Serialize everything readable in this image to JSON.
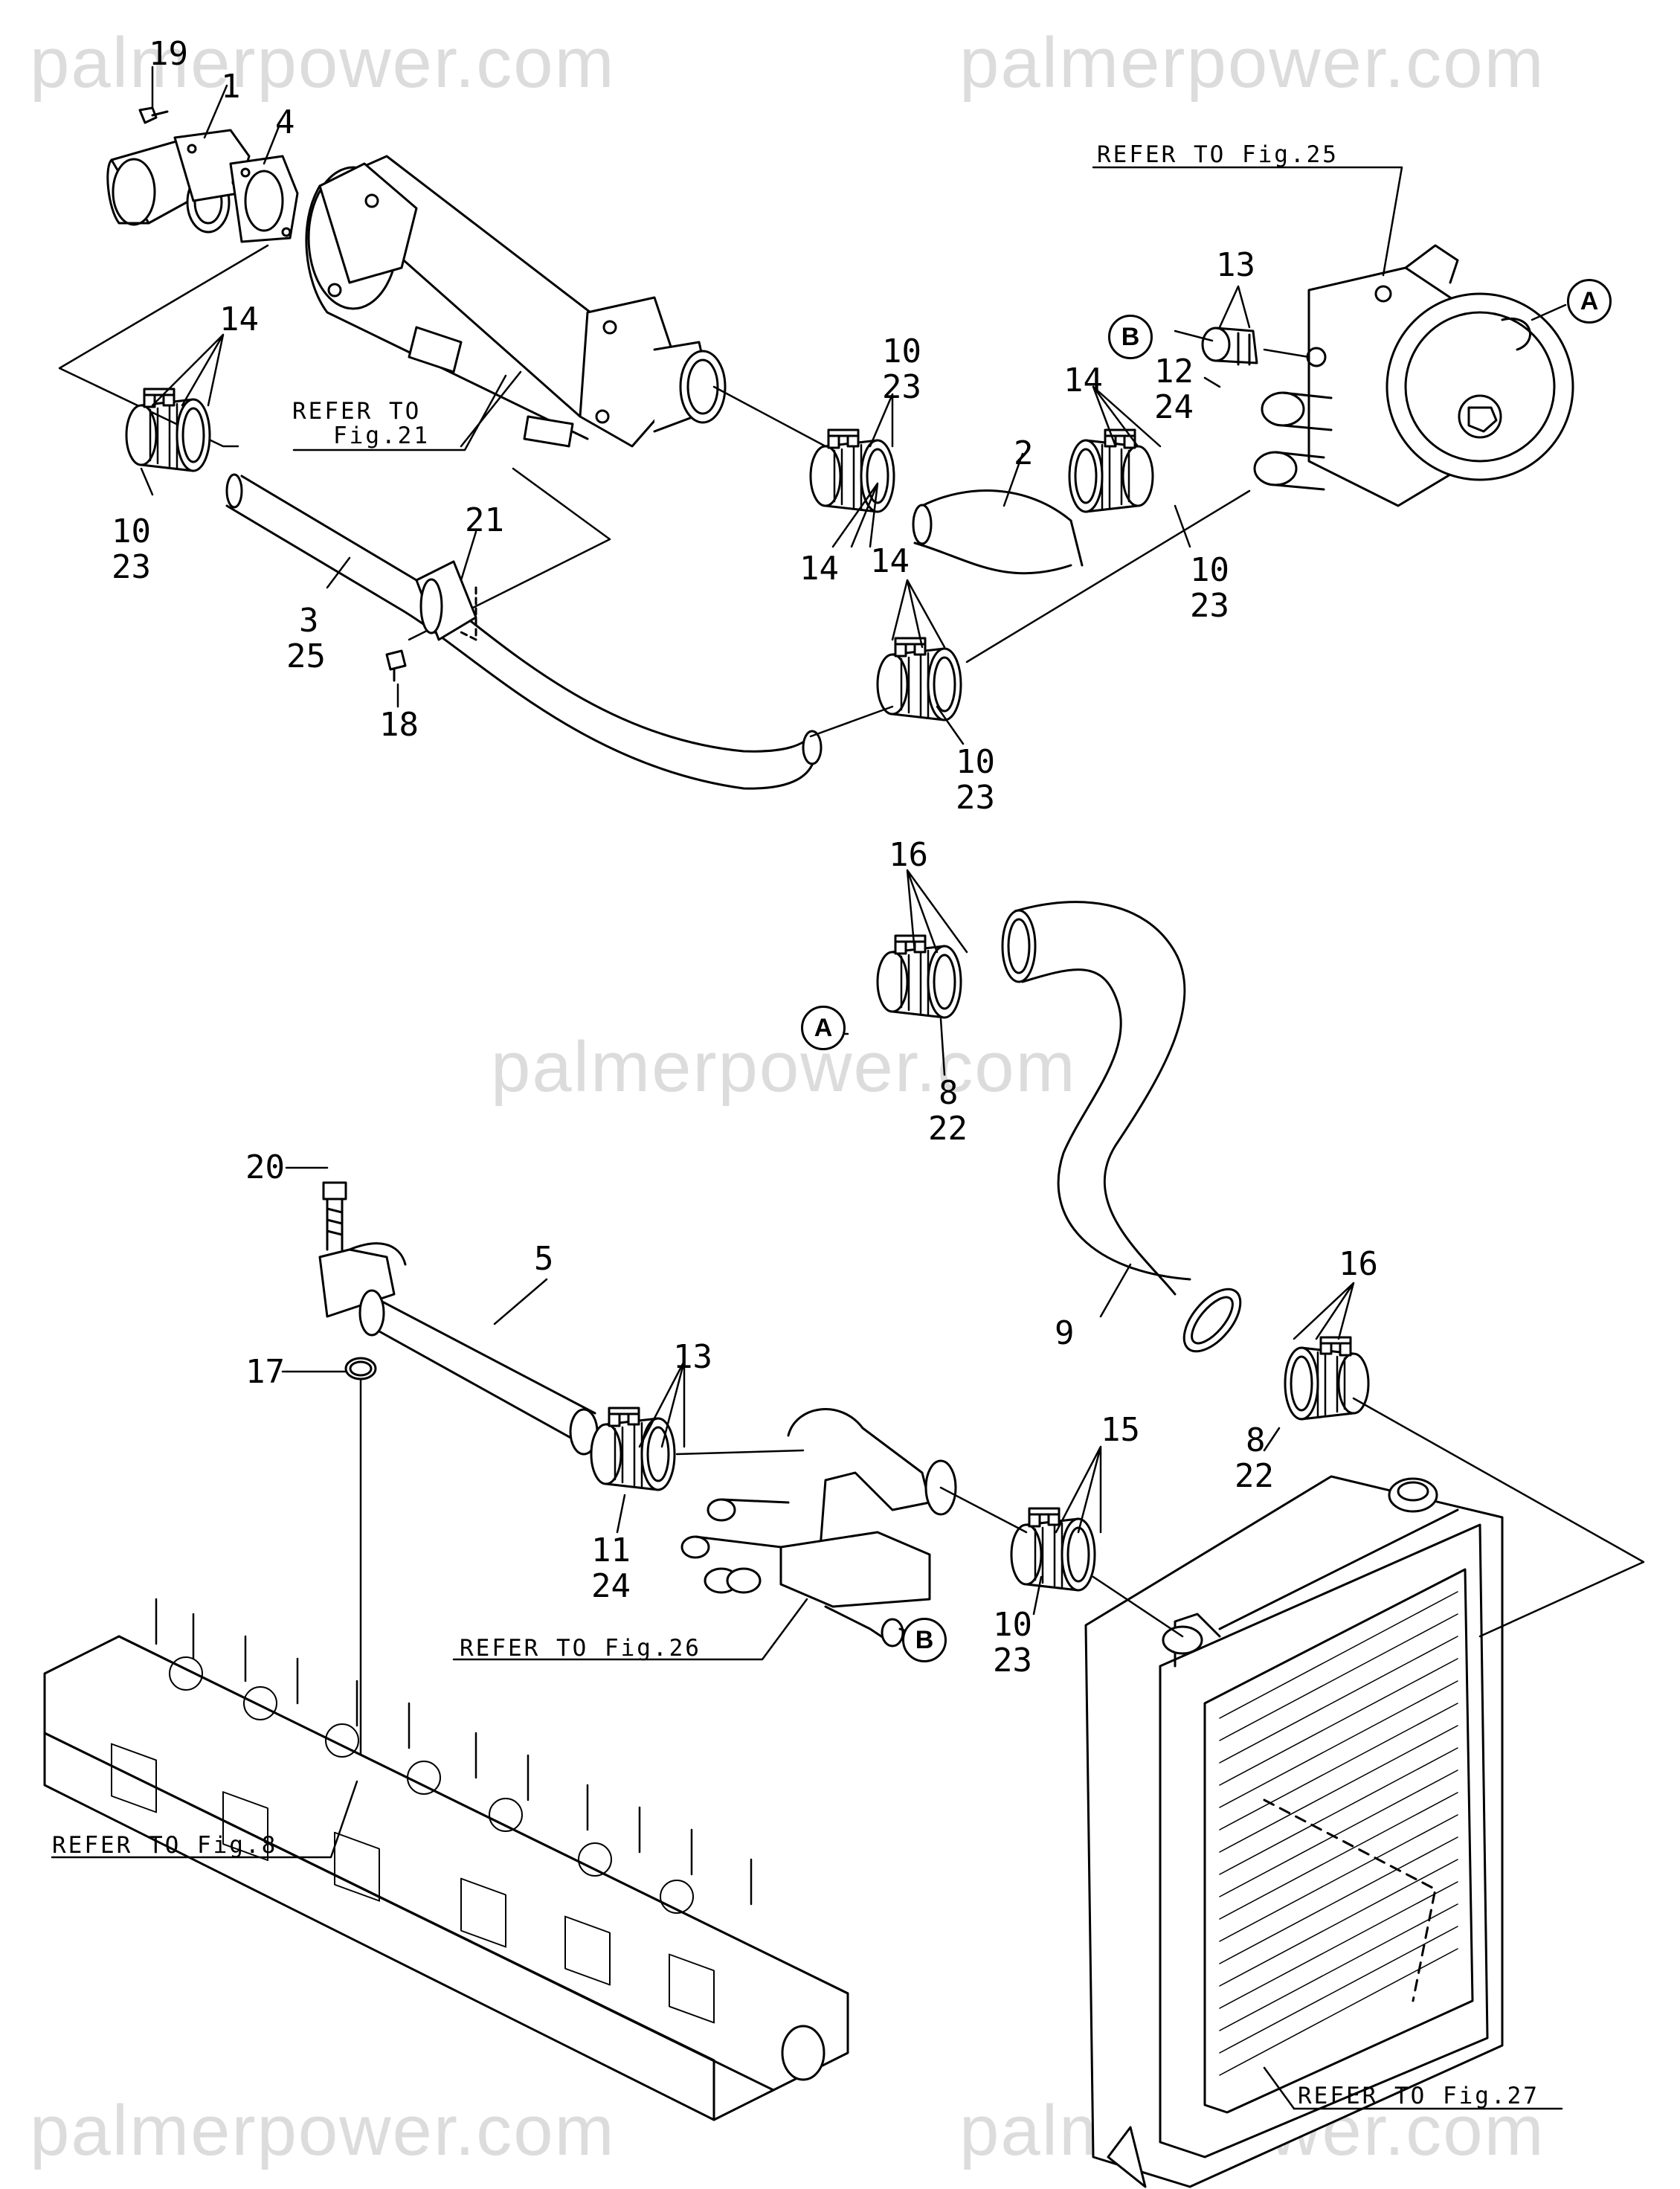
{
  "watermarks": [
    "palmerpower.com",
    "palmerpower.com",
    "palmerpower.com",
    "palmerpower.com",
    "palmerpower.com"
  ],
  "references": {
    "fig25": "REFER TO Fig.25",
    "fig21_line1": "REFER TO",
    "fig21_line2": "Fig.21",
    "fig26": "REFER TO Fig.26",
    "fig8": "REFER TO Fig.8",
    "fig27": "REFER TO Fig.27"
  },
  "connectors": {
    "a": "A",
    "b": "B"
  },
  "part_numbers": {
    "p19": "19",
    "p1": "1",
    "p4": "4",
    "p14_top_left": "14",
    "p10_23_left": [
      "10",
      "23"
    ],
    "p21": "21",
    "p3_25": [
      "3",
      "25"
    ],
    "p18": "18",
    "p10_23_mid": [
      "10",
      "23"
    ],
    "p14_mid": "14",
    "p2": "2",
    "p14_lower": "14",
    "p10_23_lower": [
      "10",
      "23"
    ],
    "p13_top": "13",
    "p12_24": [
      "12",
      "24"
    ],
    "p14_right": "14",
    "p10_23_right": [
      "10",
      "23"
    ],
    "p16_top": "16",
    "p8_22_top": [
      "8",
      "22"
    ],
    "p20": "20",
    "p5": "5",
    "p17": "17",
    "p13_lower": "13",
    "p11_24": [
      "11",
      "24"
    ],
    "p15": "15",
    "p10_23_bottom": [
      "10",
      "23"
    ],
    "p9": "9",
    "p16_lower": "16",
    "p8_22_lower": [
      "8",
      "22"
    ]
  }
}
